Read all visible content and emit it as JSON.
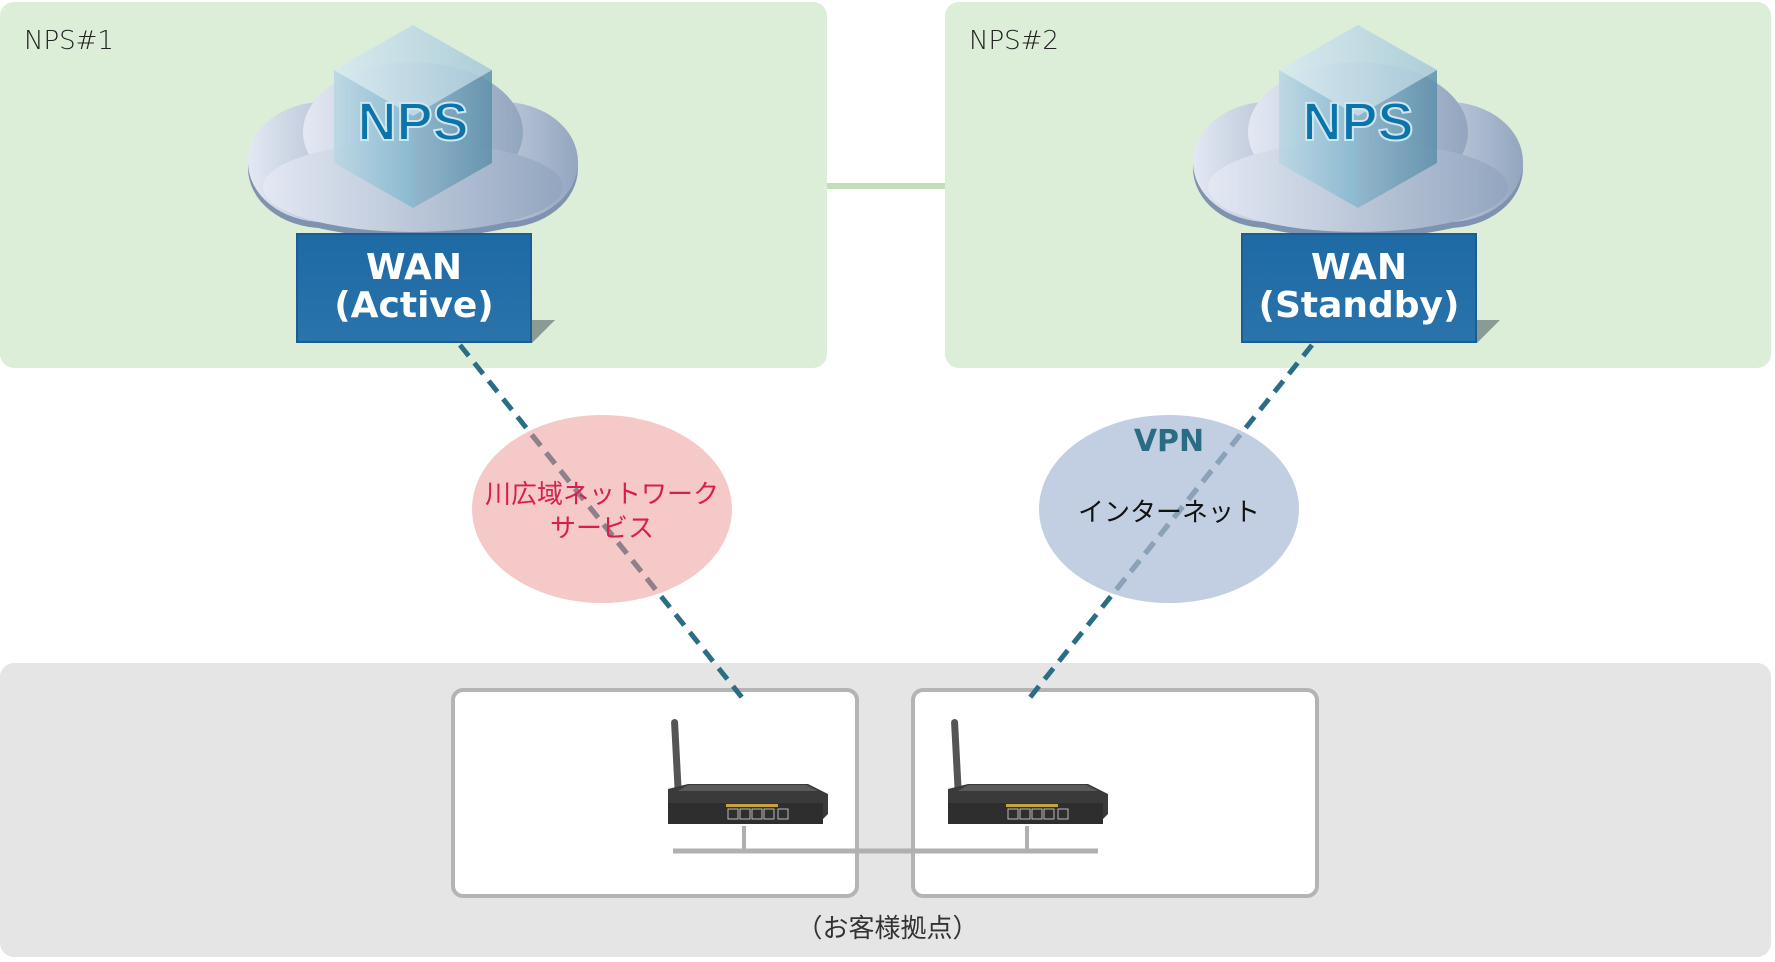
{
  "nps1": {
    "label": "NPS#1",
    "logo": "NPS",
    "wan_line1": "WAN",
    "wan_line2": "(Active)"
  },
  "nps2": {
    "label": "NPS#2",
    "logo": "NPS",
    "wan_line1": "WAN",
    "wan_line2": "(Standby)"
  },
  "networks": {
    "closed": {
      "line1": "川広域ネットワーク",
      "line2": "サービス",
      "color": "#d81e4a",
      "fill": "#f5c9c8"
    },
    "internet": {
      "title": "VPN",
      "label": "インターネット",
      "title_color": "#2b6c85",
      "fill": "#c2cfe2"
    }
  },
  "customer_site": {
    "caption": "（お客様拠点）"
  },
  "colors": {
    "panel_green": "#dcedd8",
    "panel_grey": "#e5e5e5",
    "link_dash": "#2a6e85",
    "wan_box": "#1e6aa5"
  }
}
